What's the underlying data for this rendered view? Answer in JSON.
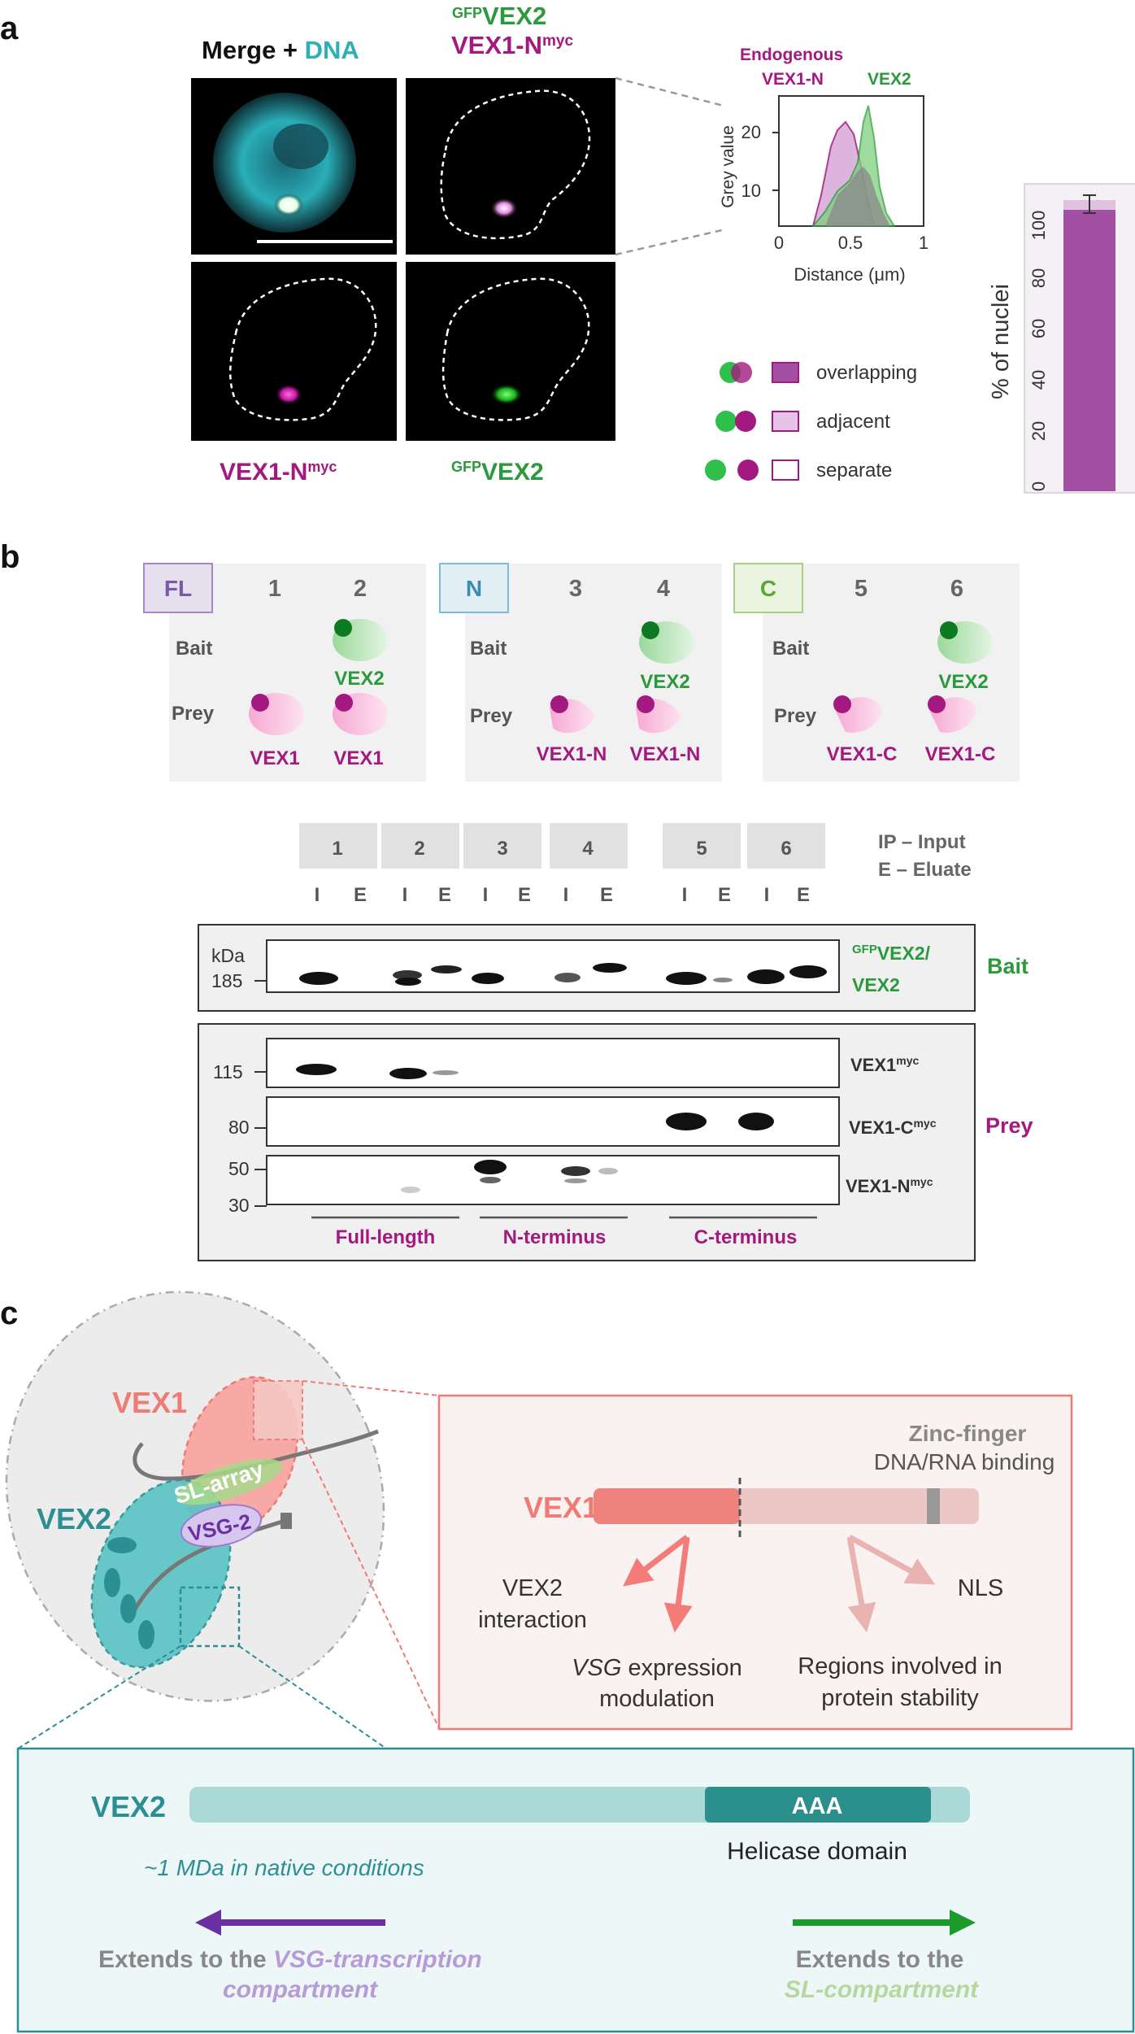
{
  "figure": {
    "panel_a": {
      "letter": "a",
      "label_merge": "Merge + ",
      "label_dna": "DNA",
      "label_gfp_sup_top": "GFP",
      "label_vex2_top": "VEX2",
      "label_vex1n_top": "VEX1-N",
      "label_myc_sup_top": "myc",
      "label_vex1n_bottom": "VEX1-N",
      "label_myc_sup_bottom": "myc",
      "label_gfp_sup_bottom": "GFP",
      "label_vex2_bottom": "VEX2",
      "profile": {
        "legend_endogenous": "Endogenous",
        "legend_vex1n": "VEX1-N",
        "legend_vex2": "VEX2",
        "ylabel": "Grey value",
        "xlabel": "Distance (μm)",
        "xticks": [
          "0",
          "0.5",
          "1"
        ],
        "yticks": [
          "10",
          "20"
        ]
      },
      "legend": {
        "overlapping": "overlapping",
        "adjacent": "adjacent",
        "separate": "separate"
      },
      "bar_ylabel": "% of nuclei",
      "bar_yticks": [
        "0",
        "20",
        "40",
        "60",
        "80",
        "100"
      ]
    },
    "panel_b": {
      "letter": "b",
      "groups": [
        {
          "tag": "FL",
          "lanes": [
            "1",
            "2"
          ],
          "prey1": "VEX1",
          "prey2": "VEX1",
          "bait2": "VEX2"
        },
        {
          "tag": "N",
          "lanes": [
            "3",
            "4"
          ],
          "prey1": "VEX1-N",
          "prey2": "VEX1-N",
          "bait2": "VEX2"
        },
        {
          "tag": "C",
          "lanes": [
            "5",
            "6"
          ],
          "prey1": "VEX1-C",
          "prey2": "VEX1-C",
          "bait2": "VEX2"
        }
      ],
      "bait_label": "Bait",
      "prey_label": "Prey",
      "lane_numbers": [
        "1",
        "2",
        "3",
        "4",
        "5",
        "6"
      ],
      "ie_letters": [
        "I",
        "E",
        "I",
        "E",
        "I",
        "E",
        "I",
        "E",
        "I",
        "E",
        "I",
        "E"
      ],
      "ip_input": "IP – Input",
      "e_eluate": "E – Eluate",
      "kda": "kDa",
      "mw_185": "185",
      "mw_115": "115",
      "mw_80": "80",
      "mw_50": "50",
      "mw_30": "30",
      "blot_bait_gfp_sup": "GFP",
      "blot_bait_line1": "VEX2/",
      "blot_bait_line2": "VEX2",
      "bait_side": "Bait",
      "blot_vex1": "VEX1",
      "blot_vex1c": "VEX1-C",
      "blot_vex1n": "VEX1-N",
      "myc": "myc",
      "prey_side": "Prey",
      "bottom_fl": "Full-length",
      "bottom_n": "N-terminus",
      "bottom_c": "C-terminus"
    },
    "panel_c": {
      "letter": "c",
      "vex1": "VEX1",
      "vex2": "VEX2",
      "sl_array": "SL-array",
      "vsg2": "VSG-2",
      "zinc_finger": "Zinc-finger",
      "dna_rna_binding": "DNA/RNA binding",
      "vex1_bar_label": "VEX1",
      "vex2_interaction_1": "VEX2",
      "vex2_interaction_2": "interaction",
      "vsg_italic": "VSG",
      "vsg_expression_rest": " expression",
      "modulation": "modulation",
      "nls": "NLS",
      "stability_1": "Regions involved in",
      "stability_2": "protein stability",
      "vex2_bar_label": "VEX2",
      "aaa": "AAA",
      "helicase_domain": "Helicase domain",
      "native": "~1 MDa in native conditions",
      "extends_left_1": "Extends to the ",
      "extends_left_2": "VSG-transcription",
      "extends_left_3": "compartment",
      "extends_right_1": "Extends to the",
      "extends_right_2": "SL-compartment"
    },
    "colors": {
      "magenta": "#a3197f",
      "green": "#2a9a3c",
      "teal": "#2b8f94",
      "salmon": "#f07a74",
      "purple": "#6a2fa0"
    }
  }
}
